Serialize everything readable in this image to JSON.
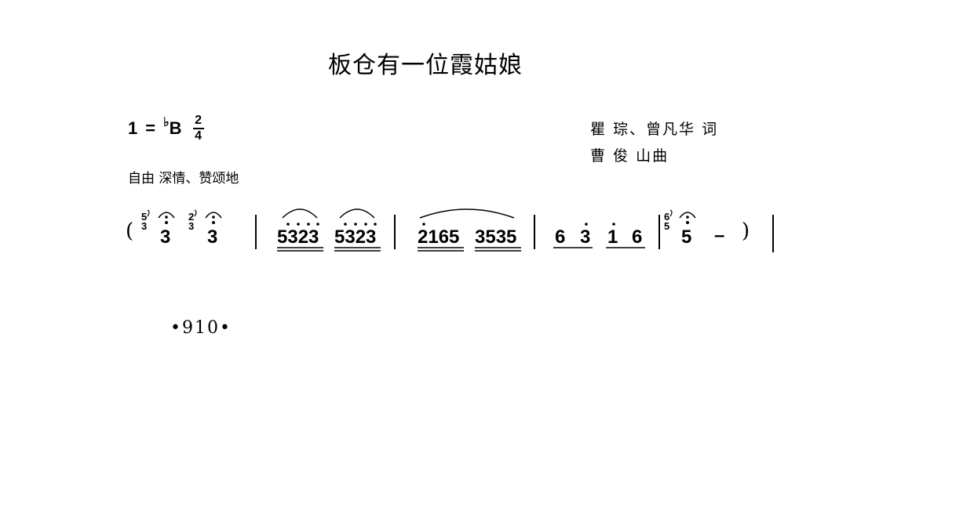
{
  "title": "板仓有一位霞姑娘",
  "key": {
    "one": "1",
    "equals": "=",
    "flat": "♭",
    "note": "B",
    "top": "2",
    "bottom": "4"
  },
  "credits": {
    "lyricist": "瞿 琮、曾凡华 词",
    "composer": "曹 俊 山曲"
  },
  "tempo": "自由 深情、赞颂地",
  "notation": {
    "paren_open": "(",
    "paren_close": ")",
    "m1": {
      "g1": "5",
      "g2": "3",
      "n1": "3",
      "g3": "2",
      "g4": "3",
      "n2": "3"
    },
    "m2": {
      "group1": "5323",
      "group2": "5323"
    },
    "m3": {
      "group1": "2165",
      "group2": "3535"
    },
    "m4": {
      "n1": "6",
      "n2": "3",
      "n3": "1",
      "n4": "6"
    },
    "m5": {
      "grace1": "6",
      "grace2": "5",
      "n1": "5",
      "dash": "–"
    }
  },
  "page_number": "•910•"
}
